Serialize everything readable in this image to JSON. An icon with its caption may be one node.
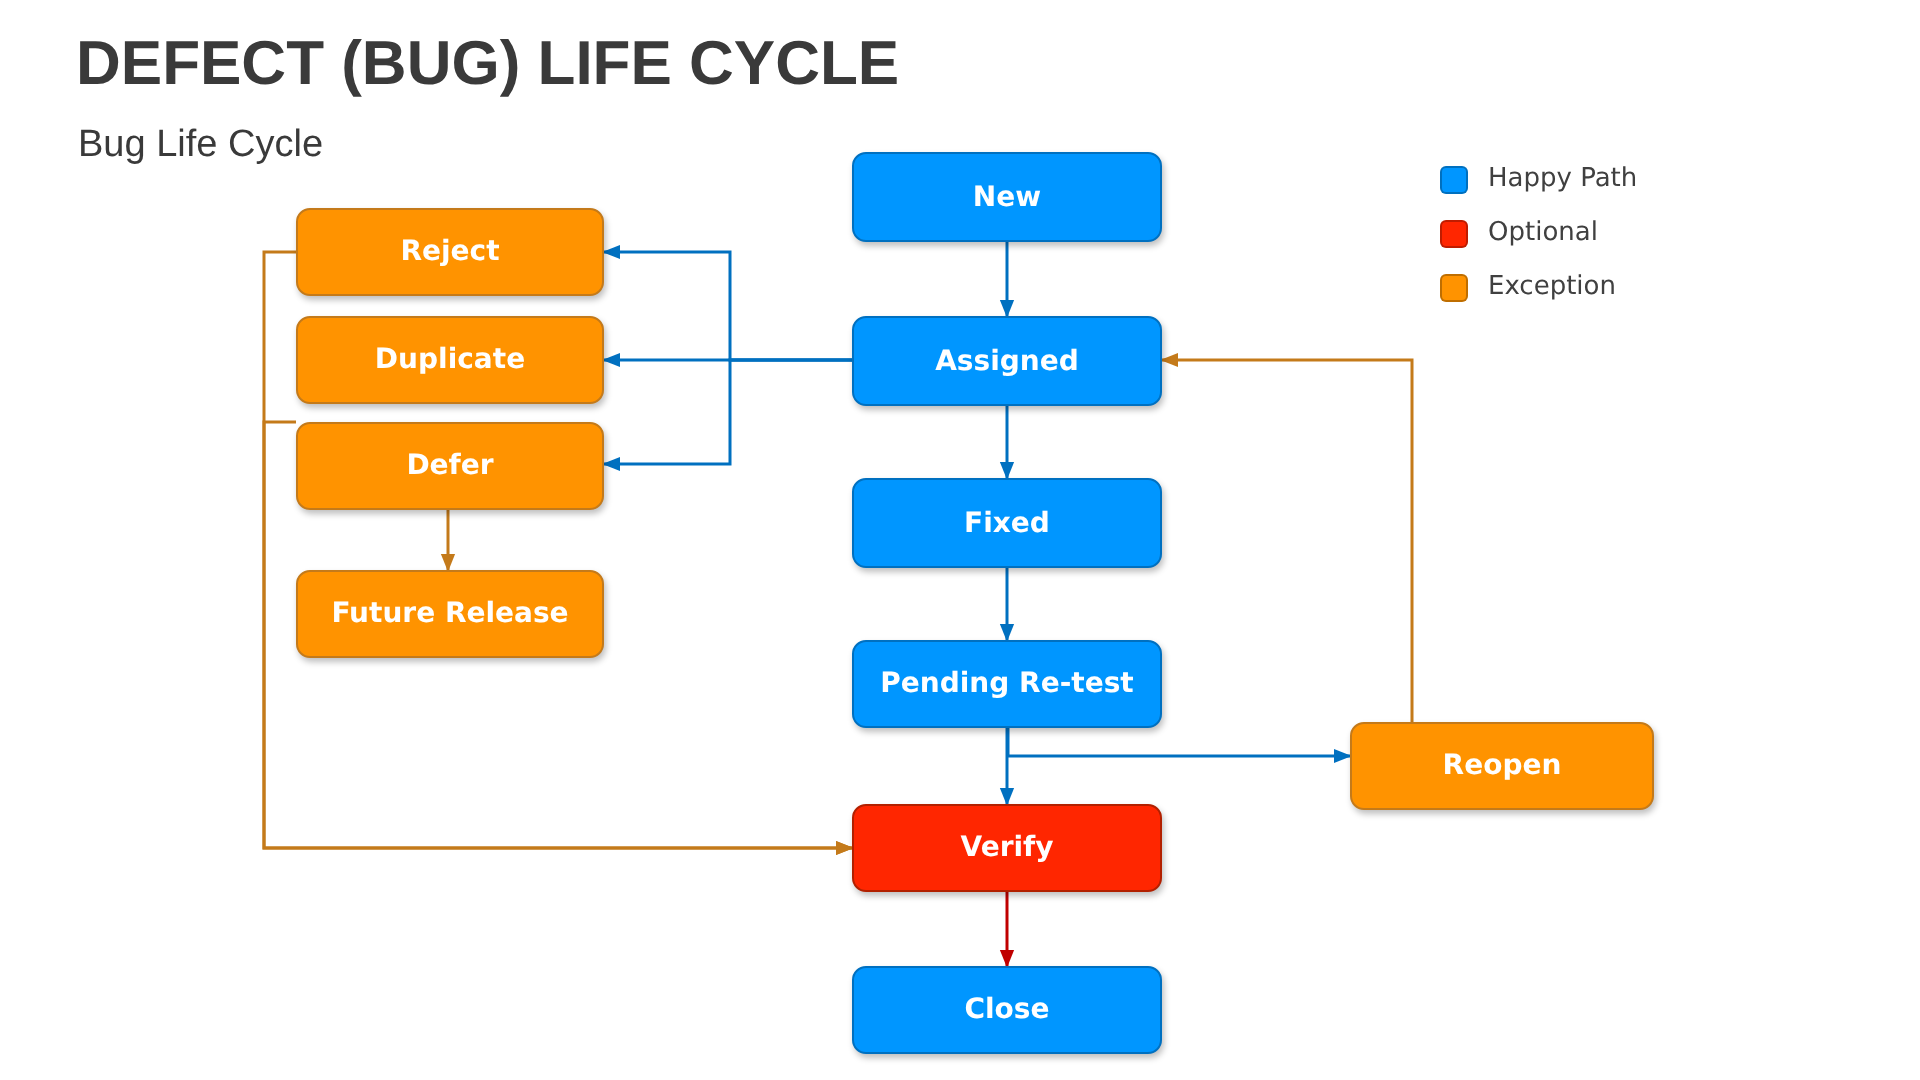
{
  "diagram": {
    "title": "DEFECT (BUG) LIFE CYCLE",
    "nodes": [
      {
        "text": [
          "New"
        ]
      },
      {
        "text": [
          "Assigned"
        ]
      },
      {
        "text": [
          "Fixed"
        ]
      },
      {
        "text": [
          "Pending Re-test"
        ]
      },
      {
        "text": [
          "Verify"
        ]
      },
      {
        "text": [
          "Close"
        ]
      },
      {
        "text": [
          "Reject"
        ]
      },
      {
        "text": [
          "Duplicate"
        ]
      },
      {
        "text": [
          "Defer"
        ]
      },
      {
        "text": [
          "Future Release"
        ]
      },
      {
        "text": [
          "Reopen"
        ]
      }
    ],
    "edges": [
      {
        "from": 0,
        "to": 1,
        "arrow": "to"
      },
      {
        "from": 1,
        "to": 6,
        "arrow": "to"
      },
      {
        "from": 1,
        "to": 7,
        "arrow": "to"
      },
      {
        "from": 1,
        "to": 8,
        "arrow": "to"
      },
      {
        "from": 1,
        "to": 2,
        "arrow": "to"
      },
      {
        "from": 2,
        "to": 3,
        "arrow": "to"
      },
      {
        "from": 3,
        "to": 4,
        "arrow": "to"
      },
      {
        "from": 3,
        "to": 10,
        "arrow": "to"
      },
      {
        "from": 10,
        "to": 1,
        "arrow": "to",
        "color": "#c47a1a"
      },
      {
        "from": 8,
        "to": 9,
        "arrow": "to",
        "color": "#c47a1a"
      },
      {
        "from": 6,
        "to": 4,
        "arrow": "to",
        "color": "#c47a1a"
      },
      {
        "from": 8,
        "to": 4,
        "arrow": "to",
        "color": "#c47a1a"
      },
      {
        "from": 4,
        "to": 5,
        "arrow": "to",
        "color": "#c00000"
      }
    ],
    "labels": [
      "Bug Life Cycle"
    ],
    "legend": [
      {
        "text": "Happy Path",
        "color": "#0096ff"
      },
      {
        "text": "Optional",
        "color": "#ff2600"
      },
      {
        "text": "Exception",
        "color": "#ff9300"
      }
    ]
  }
}
